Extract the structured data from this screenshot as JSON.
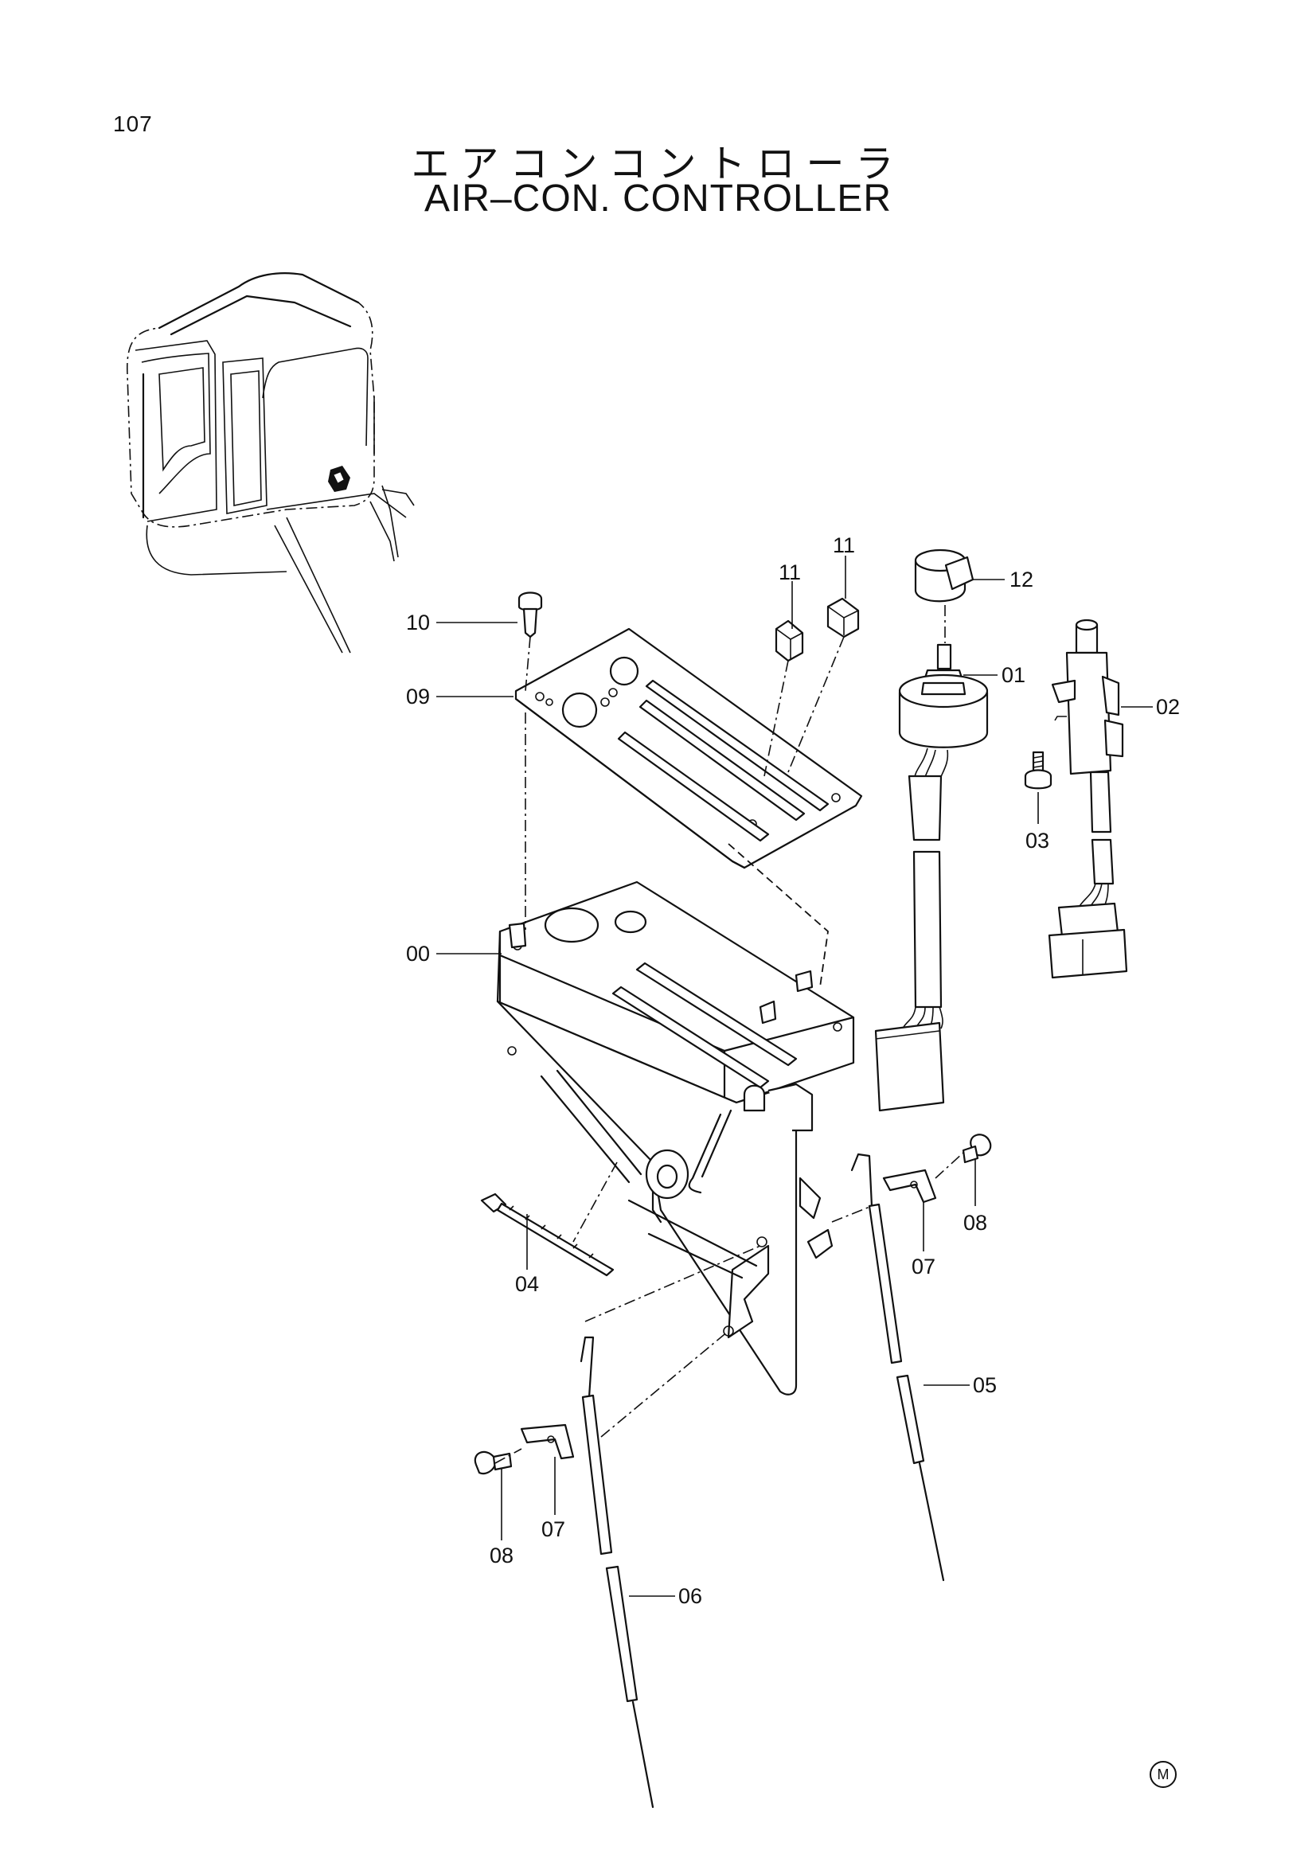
{
  "page": {
    "number": "107",
    "title_jp": "エアコンコントローラ",
    "title_en": "AIR–CON. CONTROLLER",
    "corner_mark": "M"
  },
  "callouts": [
    {
      "id": "callout-10",
      "label": "10"
    },
    {
      "id": "callout-09",
      "label": "09"
    },
    {
      "id": "callout-00",
      "label": "00"
    },
    {
      "id": "callout-11a",
      "label": "11"
    },
    {
      "id": "callout-11b",
      "label": "11"
    },
    {
      "id": "callout-12",
      "label": "12"
    },
    {
      "id": "callout-01",
      "label": "01"
    },
    {
      "id": "callout-02",
      "label": "02"
    },
    {
      "id": "callout-03",
      "label": "03"
    },
    {
      "id": "callout-04",
      "label": "04"
    },
    {
      "id": "callout-05",
      "label": "05"
    },
    {
      "id": "callout-06",
      "label": "06"
    },
    {
      "id": "callout-07a",
      "label": "07"
    },
    {
      "id": "callout-07b",
      "label": "07"
    },
    {
      "id": "callout-08a",
      "label": "08"
    },
    {
      "id": "callout-08b",
      "label": "08"
    }
  ]
}
